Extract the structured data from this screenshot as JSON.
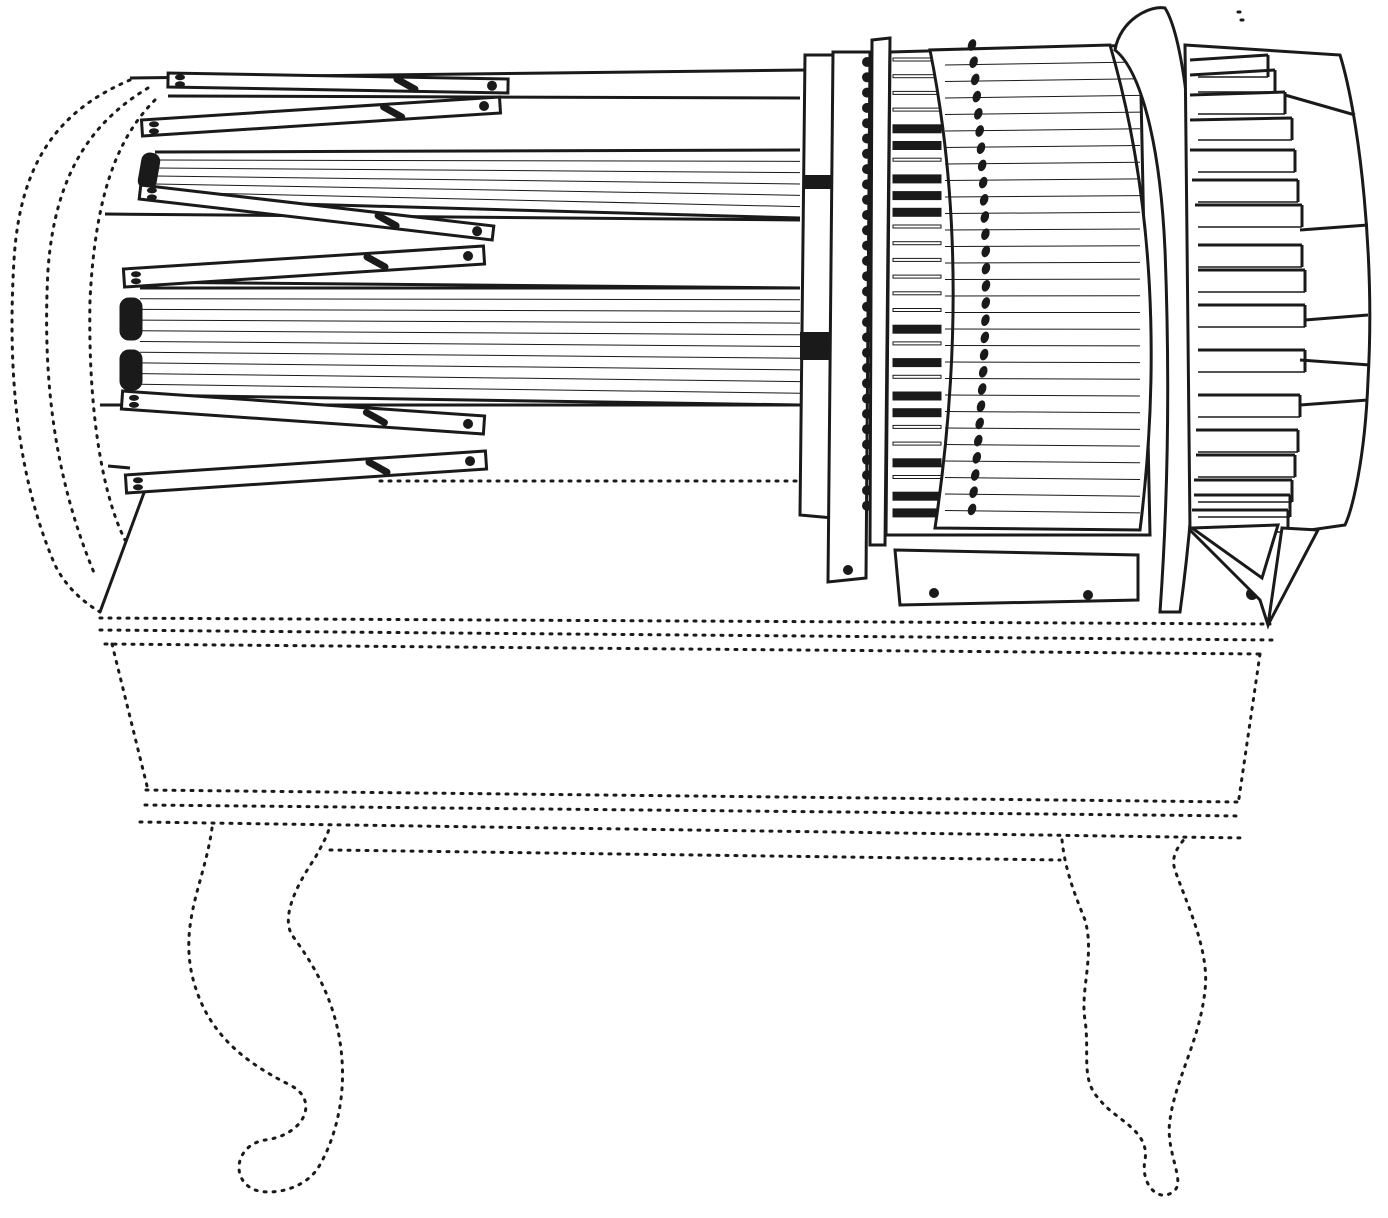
{
  "diagram": {
    "subject": "",
    "background_color": "#ffffff",
    "stroke_color": "#1a1a1a",
    "fill_color": "#ffffff",
    "dotted_color": "#1a1a1a",
    "parts": [
      {
        "name": "hidden-case-outline",
        "style": "dotted"
      },
      {
        "name": "hidden-stand",
        "style": "dotted"
      },
      {
        "name": "strings",
        "style": "solid"
      },
      {
        "name": "tuning-levers",
        "style": "solid"
      },
      {
        "name": "pin-block",
        "style": "solid"
      },
      {
        "name": "key-mechanism",
        "style": "solid"
      },
      {
        "name": "keyboard",
        "style": "solid"
      }
    ]
  }
}
